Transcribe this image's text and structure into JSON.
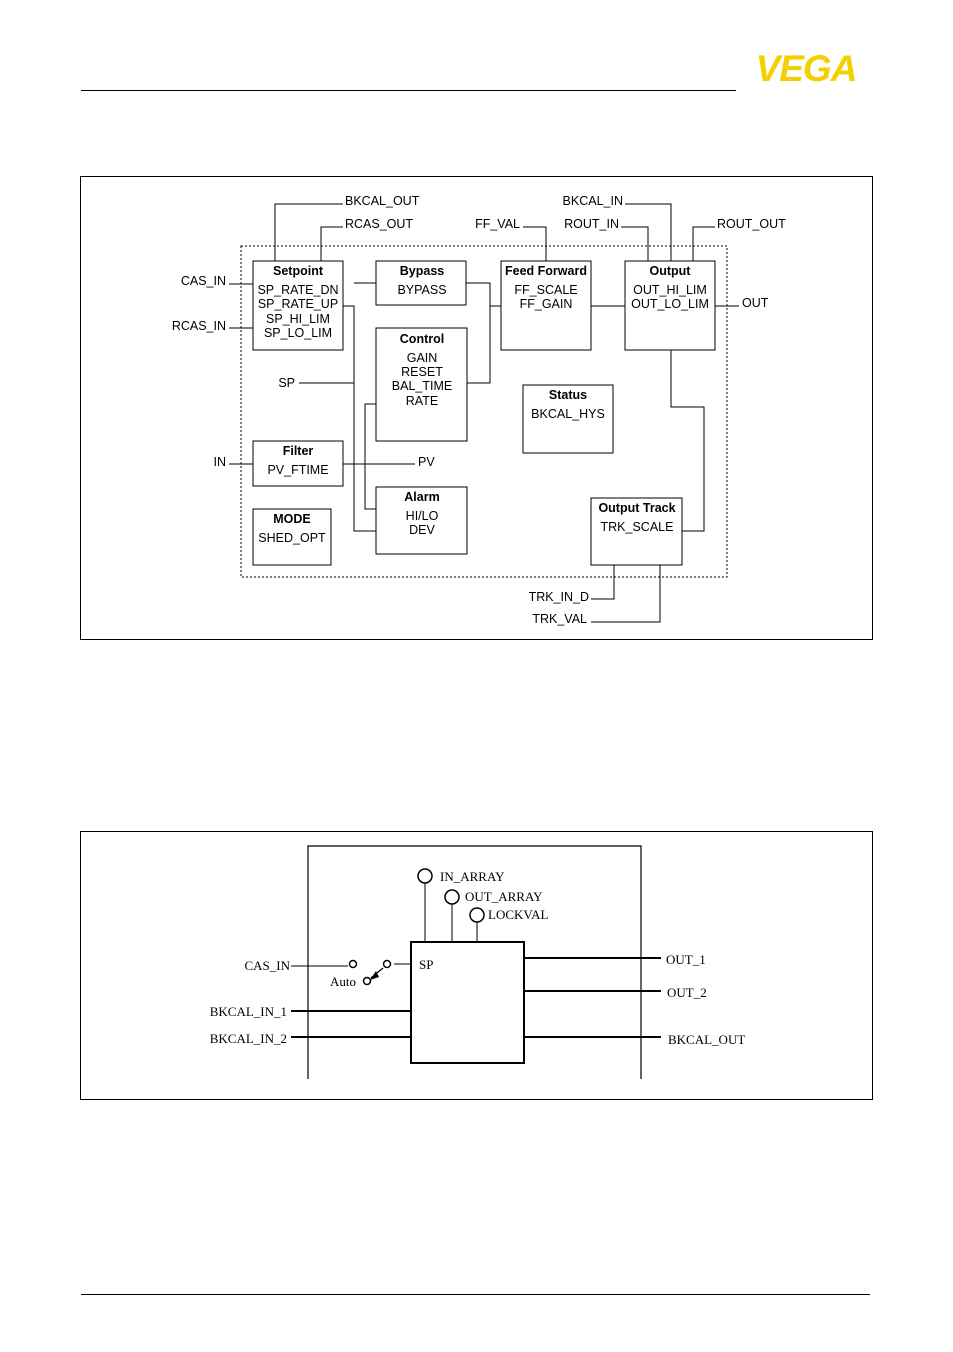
{
  "brand": {
    "logo_text": "VEGA",
    "logo_color": "#f5d000"
  },
  "figure1": {
    "blocks": {
      "setpoint": {
        "title": "Setpoint",
        "params": [
          "SP_RATE_DN",
          "SP_RATE_UP",
          "SP_HI_LIM",
          "SP_LO_LIM"
        ]
      },
      "bypass": {
        "title": "Bypass",
        "params": [
          "BYPASS"
        ]
      },
      "feed_forward": {
        "title": "Feed Forward",
        "params": [
          "FF_SCALE",
          "FF_GAIN"
        ]
      },
      "output": {
        "title": "Output",
        "params": [
          "OUT_HI_LIM",
          "OUT_LO_LIM"
        ]
      },
      "control": {
        "title": "Control",
        "params": [
          "GAIN",
          "RESET",
          "BAL_TIME",
          "RATE"
        ]
      },
      "status": {
        "title": "Status",
        "params": [
          "BKCAL_HYS"
        ]
      },
      "filter": {
        "title": "Filter",
        "params": [
          "PV_FTIME"
        ]
      },
      "alarm": {
        "title": "Alarm",
        "params": [
          "HI/LO",
          "DEV"
        ]
      },
      "mode": {
        "title": "MODE",
        "params": [
          "SHED_OPT"
        ]
      },
      "output_track": {
        "title": "Output Track",
        "params": [
          "TRK_SCALE"
        ]
      }
    },
    "signals": {
      "bkcal_out": "BKCAL_OUT",
      "rcas_out": "RCAS_OUT",
      "ff_val": "FF_VAL",
      "bkcal_in": "BKCAL_IN",
      "rout_in": "ROUT_IN",
      "rout_out": "ROUT_OUT",
      "cas_in": "CAS_IN",
      "rcas_in": "RCAS_IN",
      "out": "OUT",
      "sp": "SP",
      "in": "IN",
      "pv": "PV",
      "trk_in_d": "TRK_IN_D",
      "trk_val": "TRK_VAL"
    }
  },
  "figure2": {
    "inputs_top": [
      "IN_ARRAY",
      "OUT_ARRAY",
      "LOCKVAL"
    ],
    "cas_in": "CAS_IN",
    "auto": "Auto",
    "sp": "SP",
    "bkcal_in_1": "BKCAL_IN_1",
    "bkcal_in_2": "BKCAL_IN_2",
    "out_1": "OUT_1",
    "out_2": "OUT_2",
    "bkcal_out": "BKCAL_OUT"
  }
}
